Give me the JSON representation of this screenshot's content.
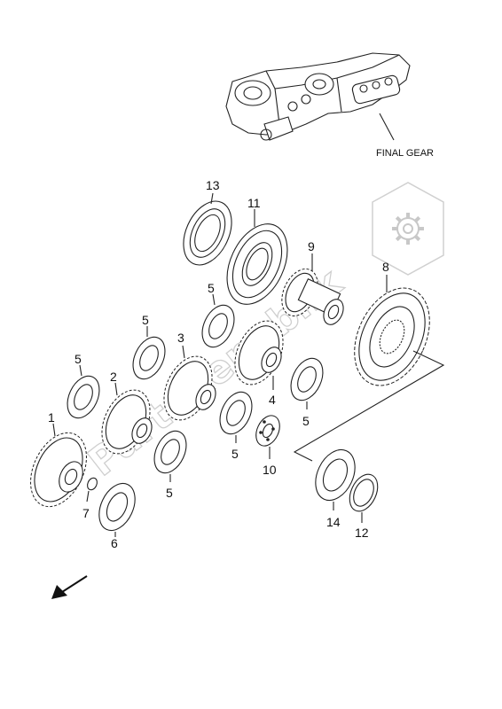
{
  "callouts": {
    "final_gear": "FINAL GEAR"
  },
  "part_numbers": {
    "p1": "1",
    "p2": "2",
    "p3": "3",
    "p4": "4",
    "p5a": "5",
    "p5b": "5",
    "p5c": "5",
    "p5d": "5",
    "p5e": "5",
    "p5f": "5",
    "p6": "6",
    "p7": "7",
    "p8": "8",
    "p9": "9",
    "p10": "10",
    "p11": "11",
    "p12": "12",
    "p13": "13",
    "p14": "14"
  },
  "watermark": {
    "text": "PartsRepublik"
  },
  "icons": {
    "gear": "gear-icon",
    "direction": "front-direction-arrow-icon"
  }
}
